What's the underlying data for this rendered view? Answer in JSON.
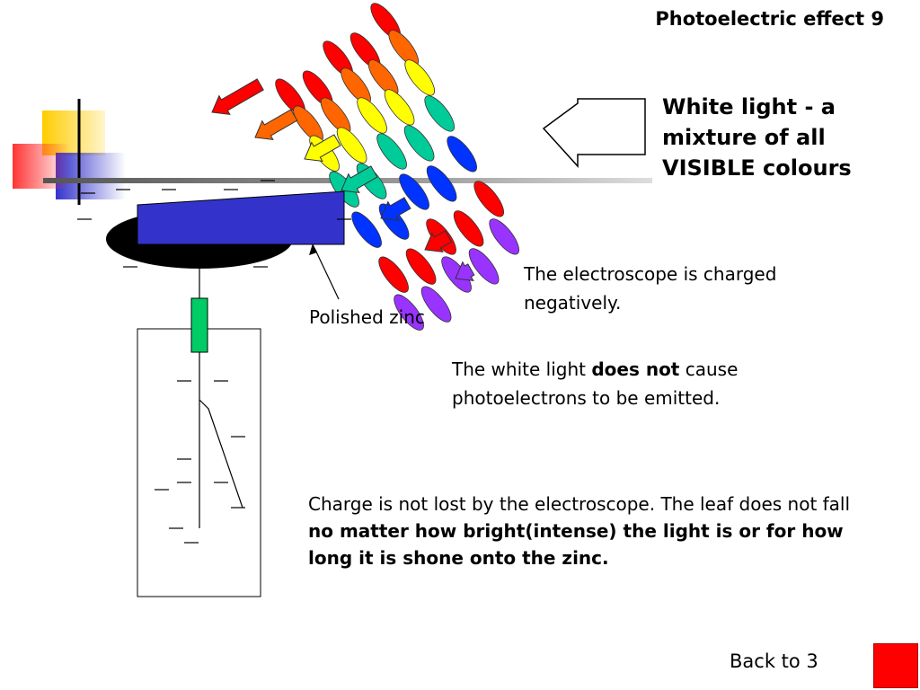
{
  "slide_title": "Photoelectric effect 9",
  "heading": "White light - a mixture of all VISIBLE colours",
  "messages": {
    "charged": "The electroscope is charged negatively.",
    "white_pre": "The white light ",
    "white_bold": "does not",
    "white_post": " cause photoelectrons to be emitted.",
    "charge_pre": "Charge is not lost by the electroscope. The leaf does not fall ",
    "charge_bold": "no matter how bright(intense) the light is or for how long it is shone onto the zinc."
  },
  "labels": {
    "zinc": "Polished zinc",
    "charge_symbol": "—"
  },
  "nav": {
    "back_label": "Back to 3"
  },
  "colors": {
    "waves": [
      "#ff0000",
      "#ff6600",
      "#ffff00",
      "#00cc99",
      "#0033ff",
      "#ff0000",
      "#9933ff"
    ],
    "zinc_plate": "#3333cc",
    "electroscope_disc": "#000000",
    "insulator": "#00cc66",
    "accent_red": "#ff0000"
  }
}
